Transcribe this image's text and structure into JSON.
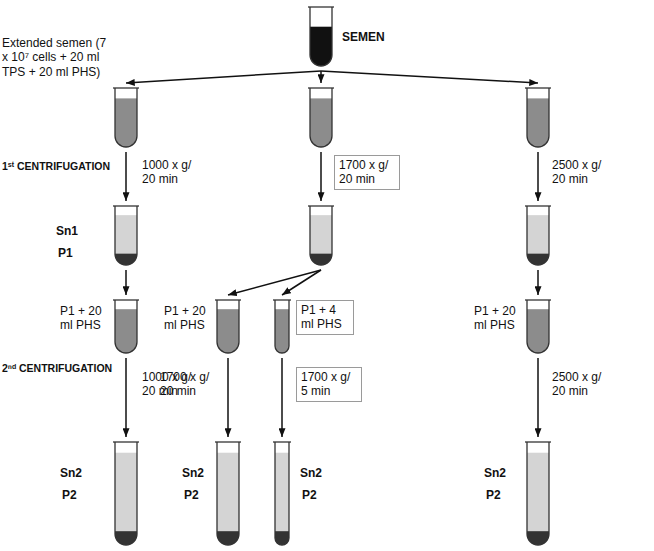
{
  "diagram": {
    "nodes": [
      {
        "text": [
          "SEMEN"
        ]
      },
      {
        "text": [
          "Extended semen (7 x 10⁷ cells + 20 ml TPS + 20 ml PHS)"
        ]
      },
      {
        "text": []
      },
      {
        "text": []
      },
      {
        "text": [
          "Sn1",
          "P1"
        ]
      },
      {
        "text": []
      },
      {
        "text": []
      },
      {
        "text": [
          "P1 + 20 ml PHS"
        ]
      },
      {
        "text": [
          "P1 + 20 ml PHS"
        ]
      },
      {
        "text": [
          "P1 + 4 ml PHS"
        ]
      },
      {
        "text": [
          "P1 + 20 ml PHS"
        ]
      },
      {
        "text": [
          "Sn2",
          "P2"
        ]
      },
      {
        "text": [
          "Sn2",
          "P2"
        ]
      },
      {
        "text": [
          "Sn2",
          "P2"
        ]
      },
      {
        "text": [
          "Sn2",
          "P2"
        ]
      }
    ],
    "edges": [
      {
        "from": 0,
        "to": 1,
        "arrow": "to"
      },
      {
        "from": 0,
        "to": 2,
        "arrow": "to"
      },
      {
        "from": 0,
        "to": 3,
        "arrow": "to"
      },
      {
        "from": 1,
        "to": 4,
        "arrow": "to",
        "label": "1000 x g/ 20 min"
      },
      {
        "from": 2,
        "to": 5,
        "arrow": "to",
        "label": "1700 x g/ 20 min"
      },
      {
        "from": 3,
        "to": 6,
        "arrow": "to",
        "label": "2500 x g/ 20 min"
      },
      {
        "from": 4,
        "to": 7,
        "arrow": "to"
      },
      {
        "from": 5,
        "to": 8,
        "arrow": "to"
      },
      {
        "from": 5,
        "to": 9,
        "arrow": "to"
      },
      {
        "from": 6,
        "to": 10,
        "arrow": "to"
      },
      {
        "from": 7,
        "to": 11,
        "arrow": "to",
        "label": "1000 x g/ 20 min"
      },
      {
        "from": 8,
        "to": 12,
        "arrow": "to",
        "label": "1700 x g/ 20 min"
      },
      {
        "from": 9,
        "to": 13,
        "arrow": "to",
        "label": "1700 x g/ 5 min"
      },
      {
        "from": 10,
        "to": 14,
        "arrow": "to",
        "label": "2500 x g/ 20 min"
      }
    ],
    "labels": [
      "1ˢᵗ CENTRIFUGATION",
      "2ⁿᵈ CENTRIFUGATION"
    ]
  }
}
